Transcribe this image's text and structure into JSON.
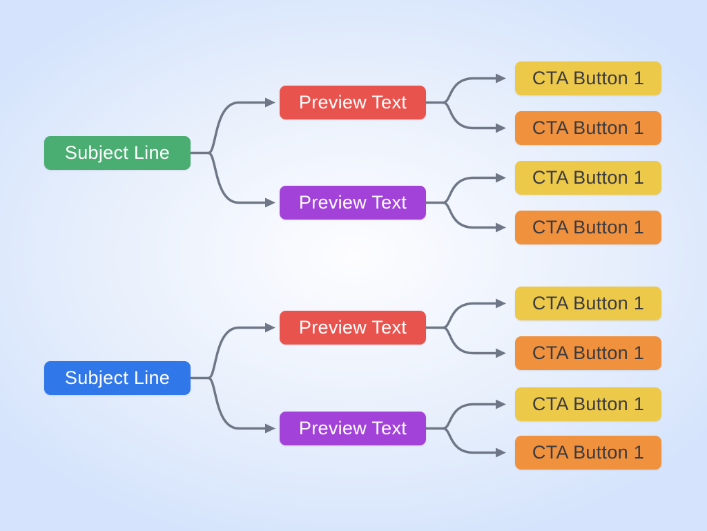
{
  "colors": {
    "background_center": "#FDFDFF",
    "background_mid": "#E9F0FC",
    "background_edge": "#D5E4FC",
    "connector": "#6F7787"
  },
  "trees": [
    {
      "subject": {
        "label": "Subject Line",
        "color": "#4AAD72",
        "text_color": "#FFFFFF"
      },
      "previews": [
        {
          "label": "Preview Text",
          "color": "#E9534E",
          "text_color": "#FFFFFF",
          "ctas": [
            {
              "label": "CTA Button 1",
              "color": "#EDC94A",
              "text_color": "#3A3A40"
            },
            {
              "label": "CTA Button 1",
              "color": "#F0913D",
              "text_color": "#3A3A40"
            }
          ]
        },
        {
          "label": "Preview Text",
          "color": "#A242D8",
          "text_color": "#FFFFFF",
          "ctas": [
            {
              "label": "CTA Button 1",
              "color": "#EDC94A",
              "text_color": "#3A3A40"
            },
            {
              "label": "CTA Button 1",
              "color": "#F0913D",
              "text_color": "#3A3A40"
            }
          ]
        }
      ]
    },
    {
      "subject": {
        "label": "Subject Line",
        "color": "#3077E9",
        "text_color": "#FFFFFF"
      },
      "previews": [
        {
          "label": "Preview Text",
          "color": "#E9534E",
          "text_color": "#FFFFFF",
          "ctas": [
            {
              "label": "CTA Button 1",
              "color": "#EDC94A",
              "text_color": "#3A3A40"
            },
            {
              "label": "CTA Button 1",
              "color": "#F0913D",
              "text_color": "#3A3A40"
            }
          ]
        },
        {
          "label": "Preview Text",
          "color": "#A242D8",
          "text_color": "#FFFFFF",
          "ctas": [
            {
              "label": "CTA Button 1",
              "color": "#EDC94A",
              "text_color": "#3A3A40"
            },
            {
              "label": "CTA Button 1",
              "color": "#F0913D",
              "text_color": "#3A3A40"
            }
          ]
        }
      ]
    }
  ]
}
